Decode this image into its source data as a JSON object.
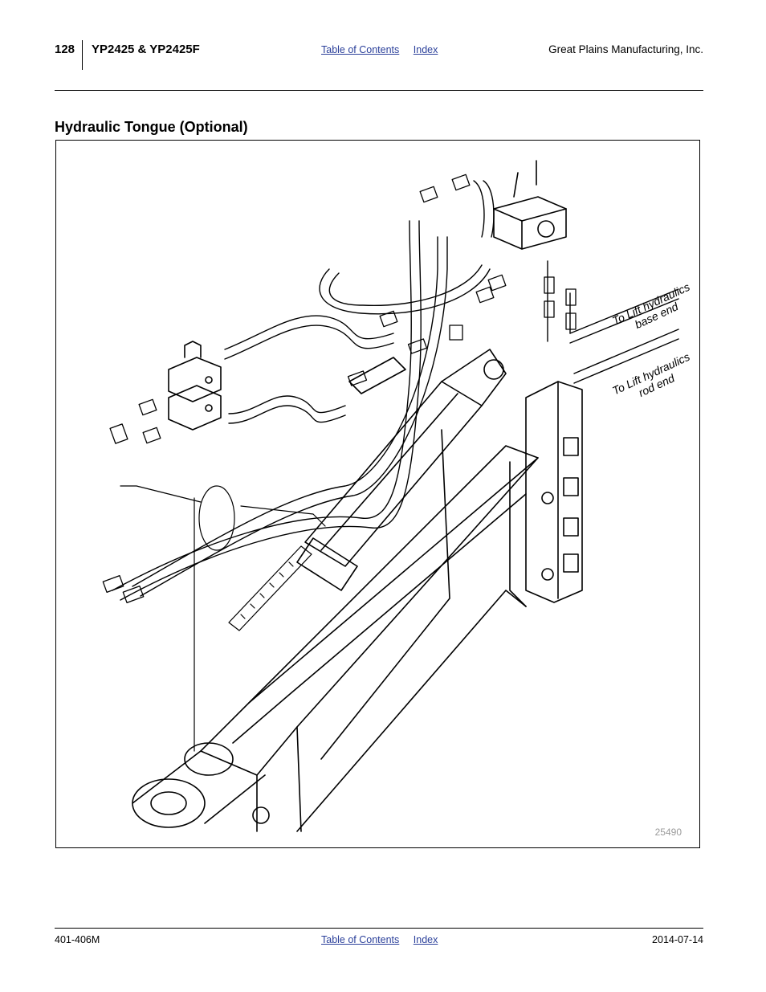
{
  "header": {
    "page_number": "128",
    "model": "YP2425 & YP2425F",
    "toc_link": "Table of Contents",
    "index_link": "Index",
    "company": "Great Plains Manufacturing, Inc."
  },
  "section": {
    "title": "Hydraulic Tongue (Optional)"
  },
  "figure": {
    "label_base_line1": "To Lift hydraulics",
    "label_base_line2": "base end",
    "label_rod_line1": "To Lift hydraulics",
    "label_rod_line2": "rod end",
    "figure_number": "25490"
  },
  "footer": {
    "doc_id": "401-406M",
    "toc_link": "Table of Contents",
    "index_link": "Index",
    "date": "2014-07-14"
  }
}
